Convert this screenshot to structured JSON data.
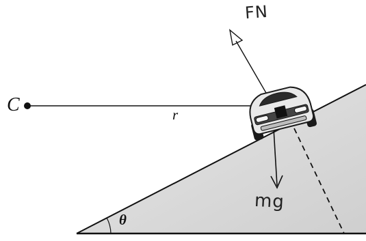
{
  "labels": {
    "center": "C",
    "radius": "r",
    "angle": "θ",
    "normal_force": "FN",
    "weight": "mg"
  },
  "colors": {
    "ink": "#111111",
    "ramp_fill": "#dcdcdc",
    "ramp_shadow": "#c9c9c9",
    "car_body": "#e8e8e8",
    "car_dark": "#1a1a1a"
  },
  "icons": {
    "center_point": "filled-circle",
    "vehicle": "race-car-front-view"
  }
}
